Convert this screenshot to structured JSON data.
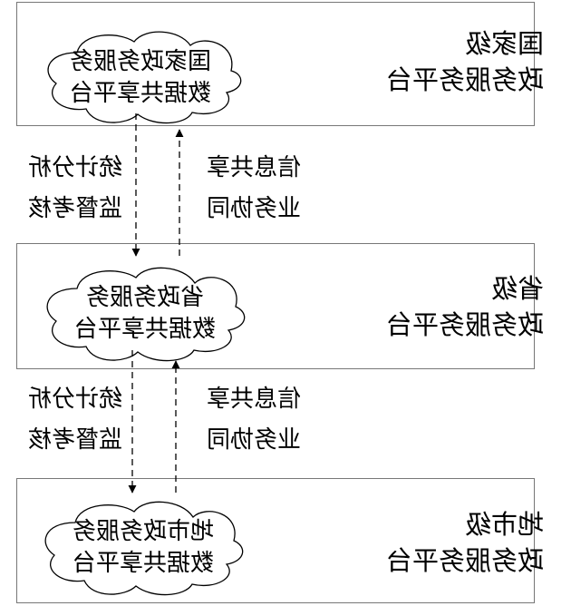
{
  "levels": [
    {
      "level_line1": "国家级",
      "level_line2": "政务服务平台",
      "cloud_line1": "国家政务服务",
      "cloud_line2": "数据共享平台"
    },
    {
      "level_line1": "省级",
      "level_line2": "政务服务平台",
      "cloud_line1": "省政务服务",
      "cloud_line2": "数据共享平台"
    },
    {
      "level_line1": "地市级",
      "level_line2": "政务服务平台",
      "cloud_line1": "地市政务服务",
      "cloud_line2": "数据共享平台"
    }
  ],
  "links": [
    {
      "down_line1": "统计分析",
      "down_line2": "监督考核",
      "up_line1": "信息共享",
      "up_line2": "业务协同"
    },
    {
      "down_line1": "统计分析",
      "down_line2": "监督考核",
      "up_line1": "信息共享",
      "up_line2": "业务协同"
    }
  ]
}
